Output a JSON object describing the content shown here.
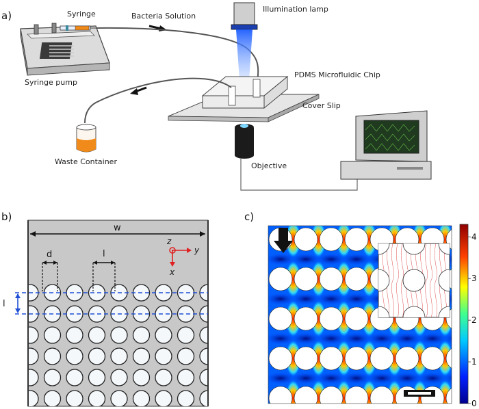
{
  "panel_a": {
    "label": "a)",
    "syringe": "Syringe",
    "bacteria_solution": "Bacteria Solution",
    "illumination_lamp": "Illumination lamp",
    "syringe_pump": "Syringe pump",
    "pdms_chip": "PDMS Microfluidic Chip",
    "cover_slip": "Cover Slip",
    "waste_container": "Waste Container",
    "objective": "Objective"
  },
  "panel_b": {
    "label": "b)",
    "w": "w",
    "d": "d",
    "l_top": "l",
    "l_side": "l",
    "axis_z": "z",
    "axis_y": "y",
    "axis_x": "x"
  },
  "panel_c": {
    "label": "c)",
    "colorbar_ticks": [
      "4",
      "3",
      "2",
      "1",
      "0"
    ]
  },
  "colors": {
    "panel_b_fill": "#c8c8c8",
    "dashed_line": "#1f4fd6",
    "axis_red": "#e02020",
    "lamp_beam": "#2a6cff",
    "waste_fluid": "#f08a1a"
  }
}
